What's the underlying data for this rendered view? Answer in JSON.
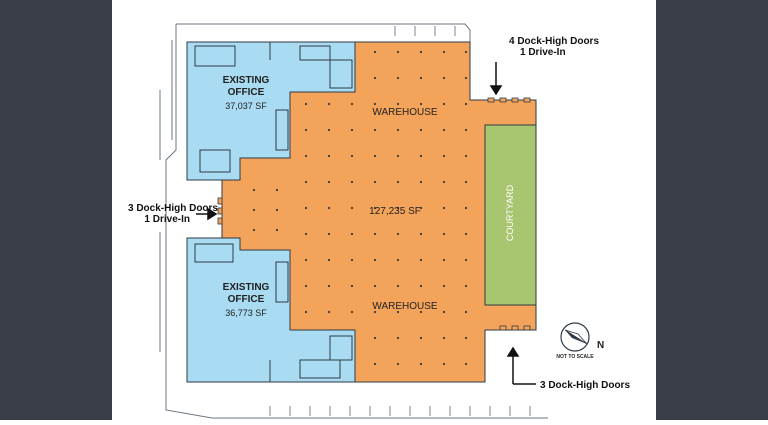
{
  "colors": {
    "frame": "#3a3f47",
    "office": "#a9dcf2",
    "warehouse": "#f4a35a",
    "courtyard": "#a8c66f",
    "outline": "#2f3a45",
    "dot": "#3a3a3a"
  },
  "office_top": {
    "title": "EXISTING OFFICE",
    "area": "37,037 SF"
  },
  "office_bottom": {
    "title": "EXISTING OFFICE",
    "area": "36,773 SF"
  },
  "warehouse": {
    "top_label": "WAREHOUSE",
    "bottom_label": "WAREHOUSE",
    "area": "127,235 SF"
  },
  "courtyard": {
    "label": "COURTYARD"
  },
  "callouts": {
    "top_right": {
      "line1": "4 Dock-High Doors",
      "line2": "1 Drive-In"
    },
    "left": {
      "line1": "3 Dock-High Doors",
      "line2": "1 Drive-In"
    },
    "bottom_right": {
      "line1": "3 Dock-High Doors"
    }
  },
  "north_arrow": {
    "letter": "N",
    "note": "NOT TO SCALE"
  },
  "icons": [
    "north-arrow-icon",
    "arrow-down-icon",
    "arrow-right-icon",
    "arrow-up-icon"
  ]
}
